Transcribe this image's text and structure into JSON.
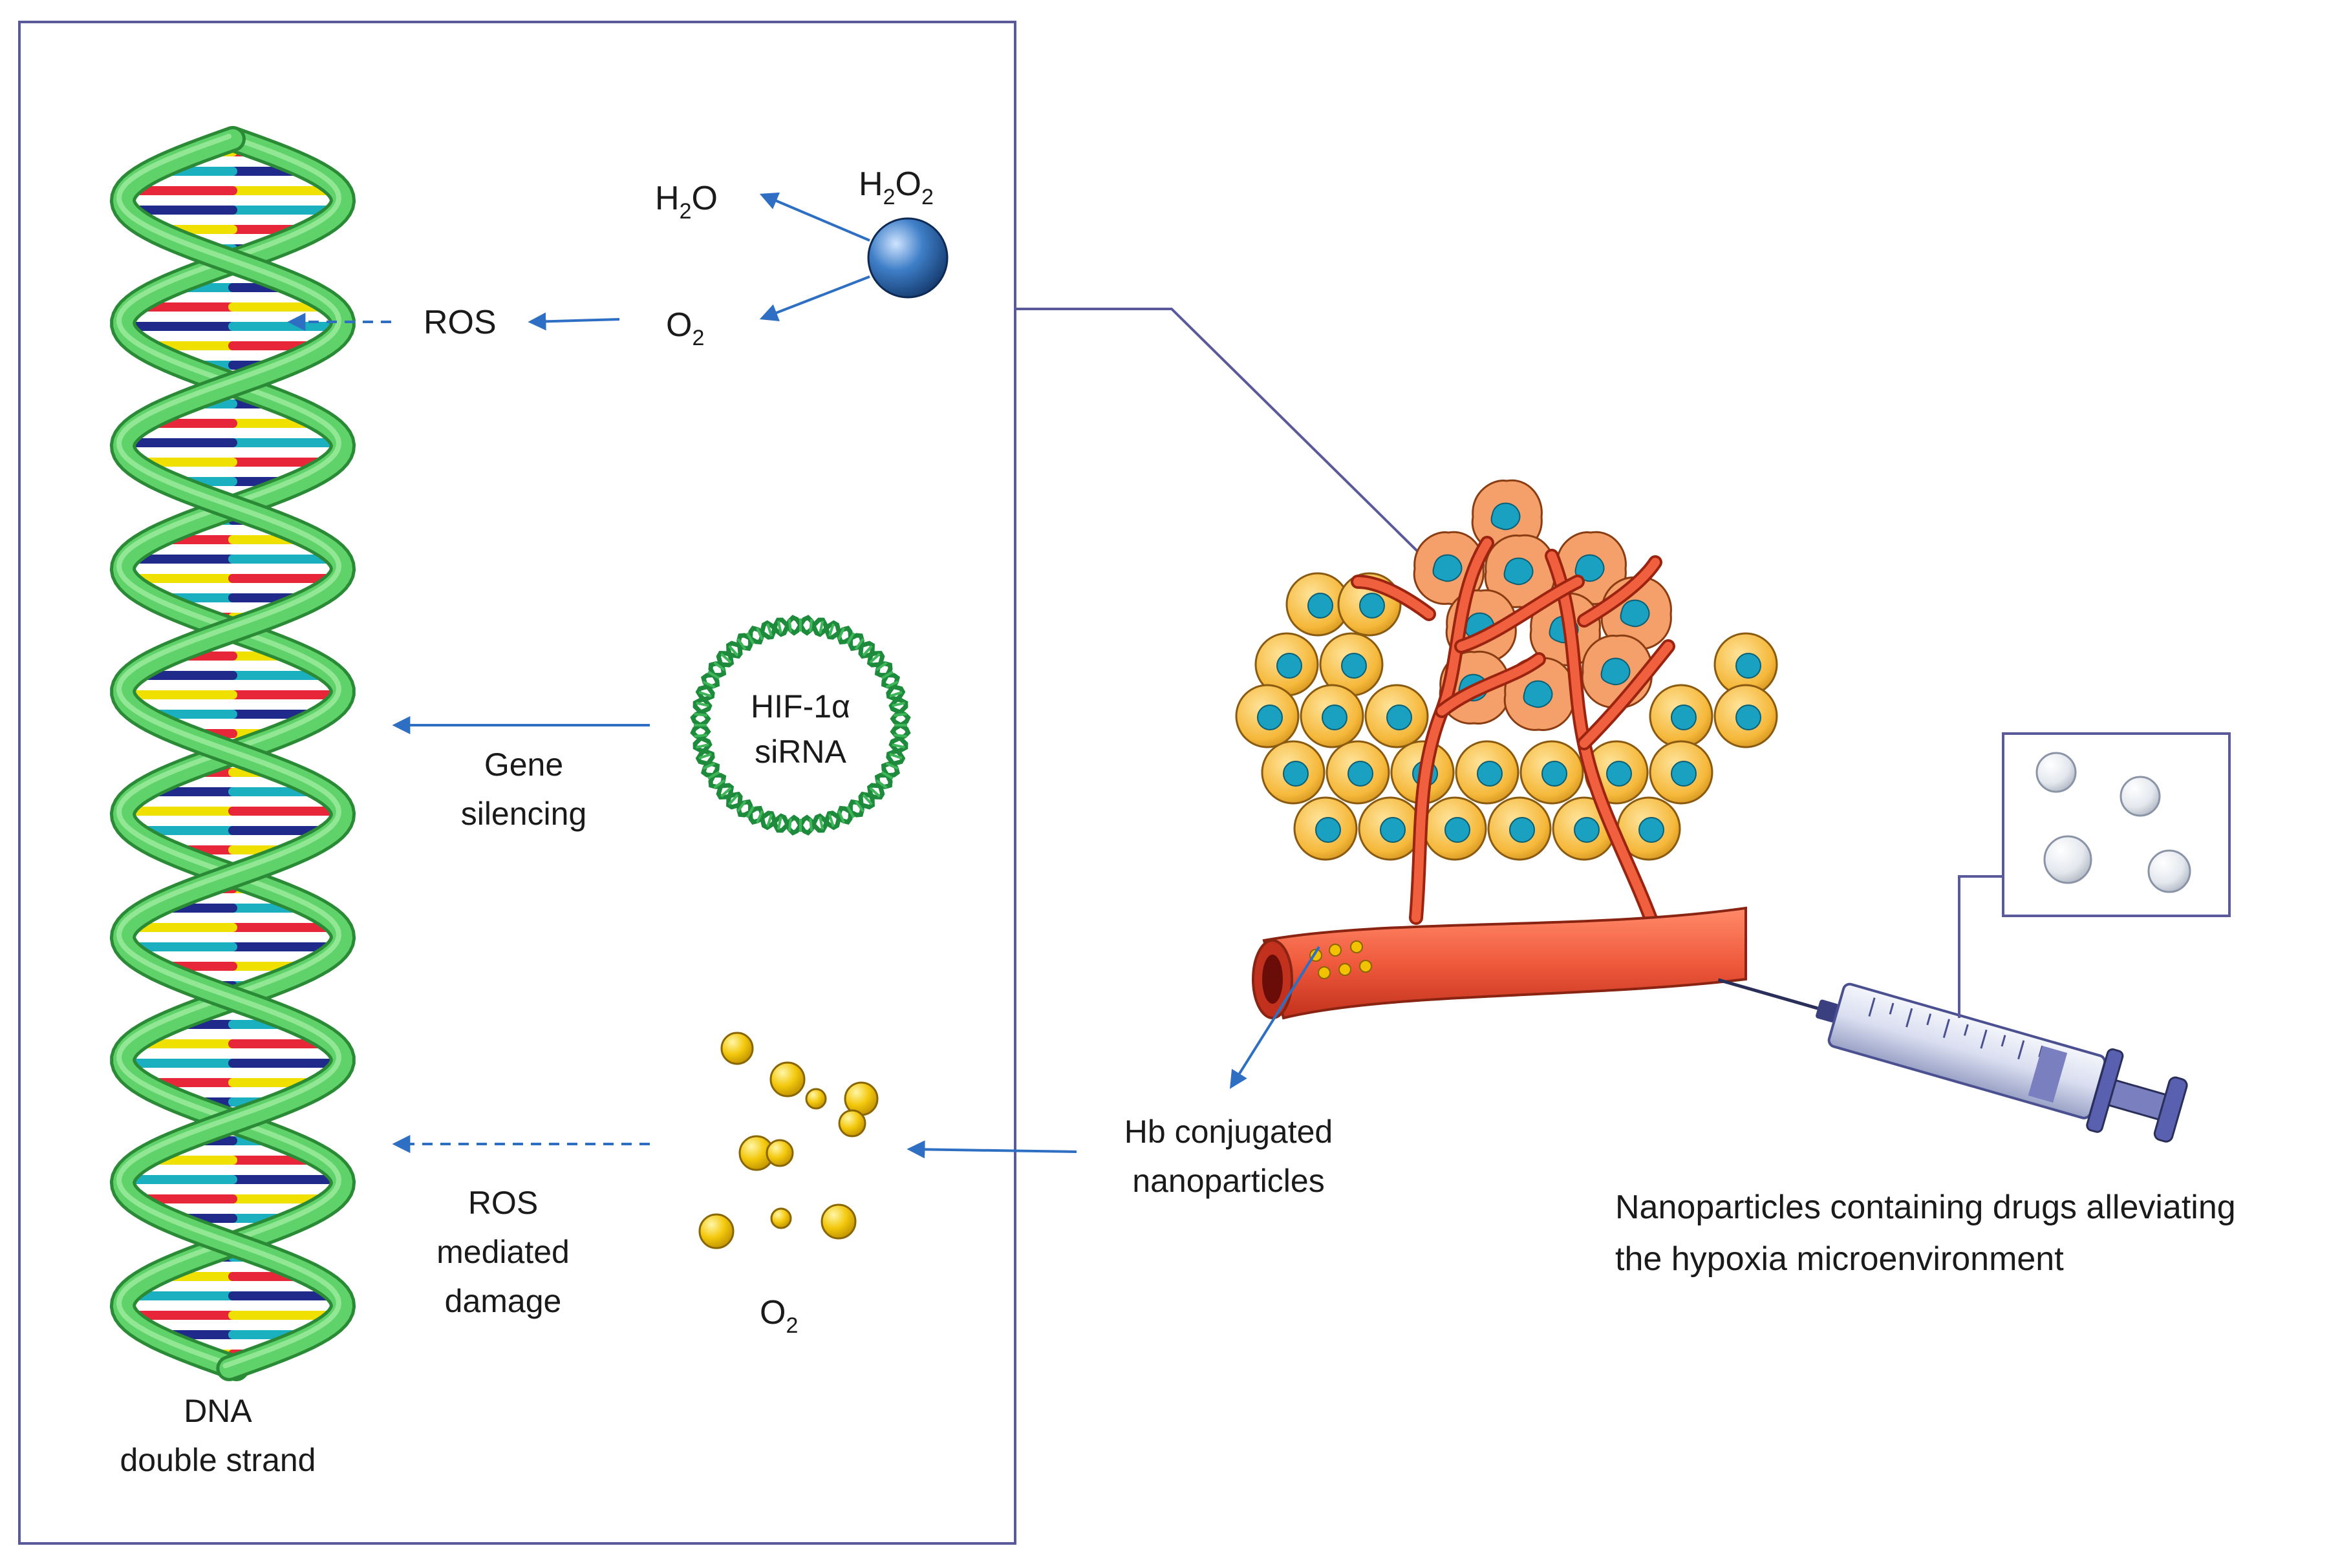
{
  "labels": {
    "h2o2": {
      "base": "H",
      "sub1": "2",
      "mid": "O",
      "sub2": "2"
    },
    "h2o": {
      "base": "H",
      "sub1": "2",
      "mid": "O"
    },
    "o2_top": {
      "base": "O",
      "sub": "2"
    },
    "ros_top": "ROS",
    "sirna_line1": "HIF-1α",
    "sirna_line2": "siRNA",
    "gene_silencing_line1": "Gene",
    "gene_silencing_line2": "silencing",
    "ros_damage_line1": "ROS",
    "ros_damage_line2": "mediated",
    "ros_damage_line3": "damage",
    "o2_bottom": {
      "base": "O",
      "sub": "2"
    },
    "dna_line1": "DNA",
    "dna_line2": "double strand",
    "hb_line1": "Hb conjugated",
    "hb_line2": "nanoparticles",
    "np_line1": "Nanoparticles containing drugs alleviating",
    "np_line2": "the hypoxia microenvironment"
  },
  "colors": {
    "panel_border": "#5a5a9a",
    "arrow": "#2e6fc4",
    "helix": "#4cc25a",
    "helix_dark": "#2b8a36",
    "vessel": "#f05a3c",
    "tumor_cell": "#f5b83a",
    "nucleus": "#1aa0c0",
    "o2_bubble": "#f2c200",
    "sphere": "#2f6bb0"
  }
}
